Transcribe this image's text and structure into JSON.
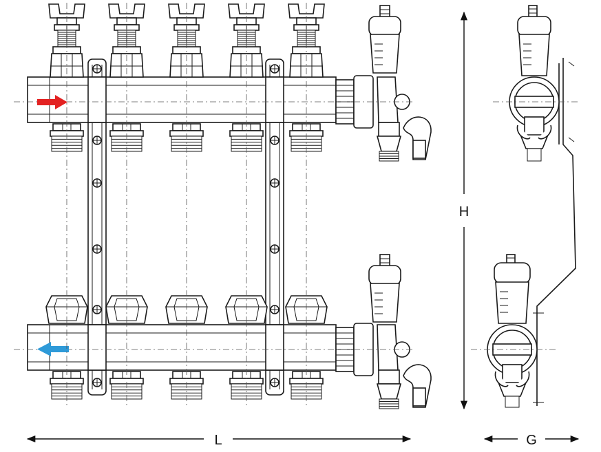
{
  "dimensions": {
    "length_label": "L",
    "height_label": "H",
    "depth_label": "G"
  },
  "colors": {
    "supply_arrow": "#e32222",
    "return_arrow": "#2e9ad8",
    "line": "#1a1a1a"
  },
  "icons": {
    "supply": "arrow-right-icon",
    "return": "arrow-left-icon"
  },
  "outlets_per_bar": 5
}
